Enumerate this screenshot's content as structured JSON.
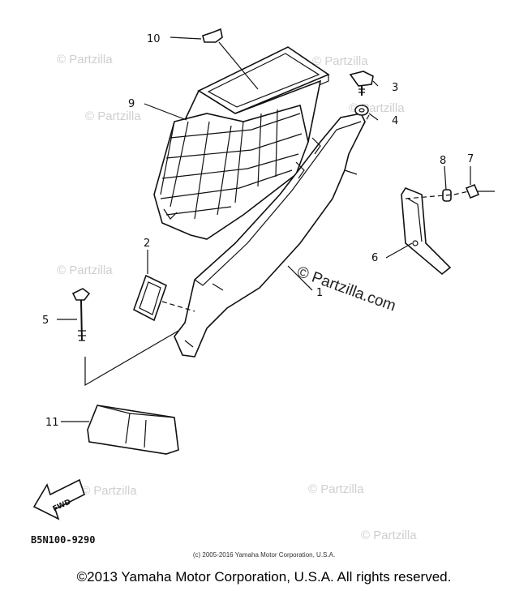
{
  "callouts": {
    "c1": "1",
    "c2": "2",
    "c3": "3",
    "c4": "4",
    "c5": "5",
    "c6": "6",
    "c7": "7",
    "c8": "8",
    "c9": "9",
    "c10": "10",
    "c11": "11"
  },
  "diagram_code": "B5N100-9290",
  "fwd_label": "FWD",
  "watermark": {
    "short": "© Partzilla",
    "large": "© Partzilla.com"
  },
  "small_copyright": "(c) 2005-2016 Yamaha Motor Corporation, U.S.A.",
  "footer_copyright": "©2013 Yamaha Motor Corporation, U.S.A. All rights reserved."
}
